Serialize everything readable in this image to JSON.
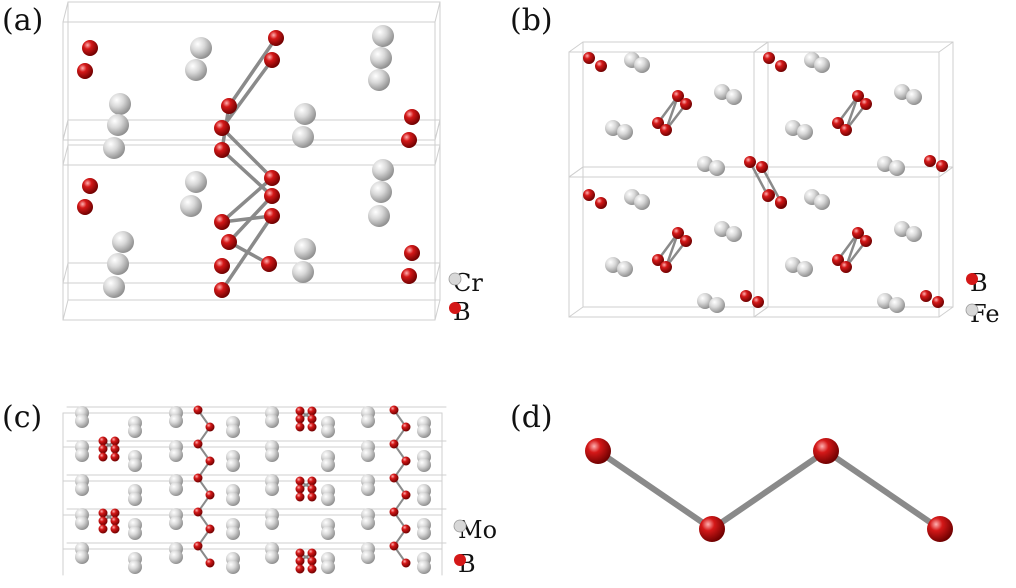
{
  "figure": {
    "panels": [
      {
        "key": "a",
        "label": "(a)",
        "legend": [
          "Cr",
          "B"
        ]
      },
      {
        "key": "b",
        "label": "(b)",
        "legend": [
          "B",
          "Fe"
        ]
      },
      {
        "key": "c",
        "label": "(c)",
        "legend": [
          "Mo",
          "B"
        ]
      },
      {
        "key": "d",
        "label": "(d)"
      }
    ]
  },
  "colors": {
    "boron": "#d41818",
    "metal": "#d8d8d8",
    "bond": "#8a8a8a",
    "cell_edge": "#cfcfcf"
  }
}
